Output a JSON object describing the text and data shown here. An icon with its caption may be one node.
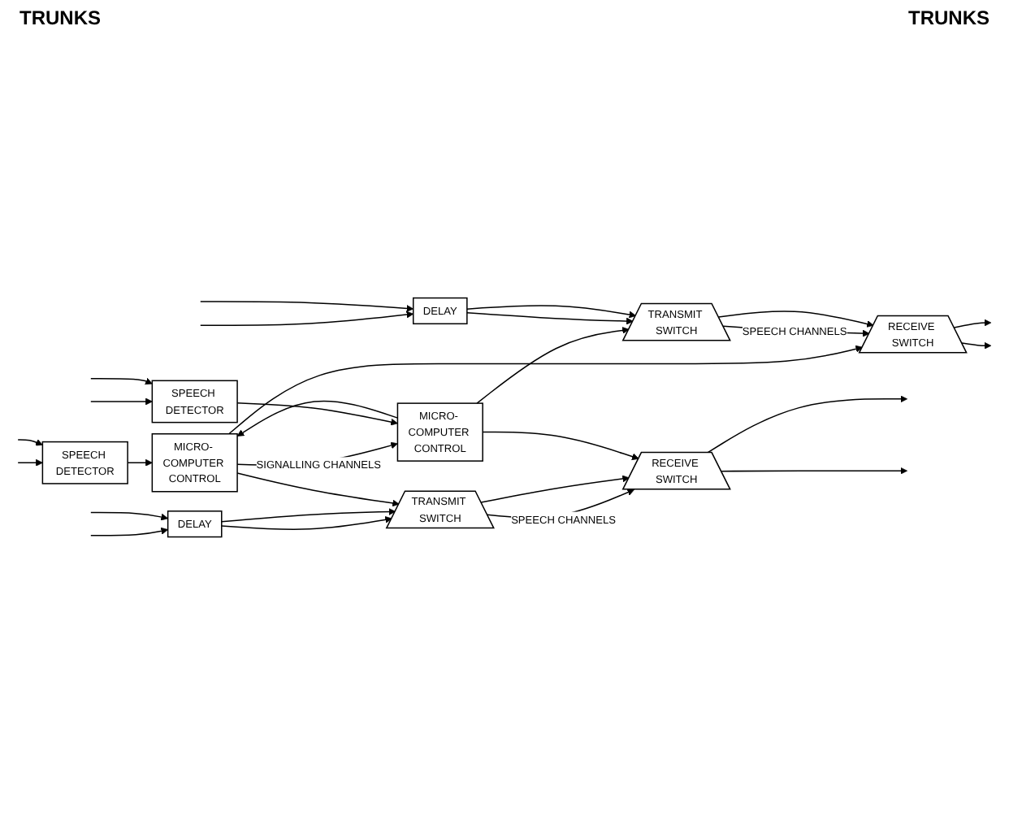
{
  "diagram": {
    "nodes": [
      {
        "text": [
          "DELAY"
        ]
      },
      {
        "text": [
          "TRANSMIT SWITCH"
        ]
      },
      {
        "text": [
          "RECEIVE SWITCH"
        ]
      },
      {
        "text": [
          "SPEECH DETECTOR"
        ]
      },
      {
        "text": [
          "MICRO- COMPUTER CONTROL"
        ]
      },
      {
        "text": [
          "MICRO- COMPUTER CONTROL"
        ]
      },
      {
        "text": [
          "SPEECH DETECTOR"
        ]
      },
      {
        "text": [
          "RECEIVE SWITCH"
        ]
      },
      {
        "text": [
          "TRANSMIT SWITCH"
        ]
      },
      {
        "text": [
          "DELAY"
        ]
      }
    ],
    "edges": [
      {
        "from": null,
        "to": 0,
        "arrow": "to"
      },
      {
        "from": null,
        "to": 0,
        "arrow": "to"
      },
      {
        "from": null,
        "to": 3,
        "arrow": "to"
      },
      {
        "from": null,
        "to": 3,
        "arrow": "to"
      },
      {
        "from": 0,
        "to": 1,
        "arrow": "to"
      },
      {
        "from": 0,
        "to": 1,
        "arrow": "to"
      },
      {
        "from": 1,
        "to": 2,
        "arrow": "to",
        "label": "SPEECH CHANNELS"
      },
      {
        "from": 1,
        "to": 2,
        "arrow": "to"
      },
      {
        "from": 2,
        "to": null,
        "arrow": "to"
      },
      {
        "from": 2,
        "to": null,
        "arrow": "to"
      },
      {
        "from": 3,
        "to": 4,
        "arrow": "to"
      },
      {
        "from": 4,
        "to": 1,
        "arrow": "to"
      },
      {
        "from": 4,
        "to": 5,
        "arrow": "to",
        "label": "SIGNALLING CHANNELS"
      },
      {
        "from": 5,
        "to": 4,
        "arrow": "to"
      },
      {
        "from": 5,
        "to": 2,
        "arrow": "to"
      },
      {
        "from": 4,
        "to": 7,
        "arrow": "to"
      },
      {
        "from": 5,
        "to": 8,
        "arrow": "to"
      },
      {
        "from": 6,
        "to": 5,
        "arrow": "to"
      },
      {
        "from": null,
        "to": 6,
        "arrow": "to"
      },
      {
        "from": null,
        "to": 6,
        "arrow": "to"
      },
      {
        "from": null,
        "to": 9,
        "arrow": "to"
      },
      {
        "from": null,
        "to": 9,
        "arrow": "to"
      },
      {
        "from": 9,
        "to": 8,
        "arrow": "to"
      },
      {
        "from": 9,
        "to": 8,
        "arrow": "to"
      },
      {
        "from": 8,
        "to": 7,
        "arrow": "to",
        "label": "SPEECH CHANNELS"
      },
      {
        "from": 8,
        "to": 7,
        "arrow": "to"
      },
      {
        "from": 7,
        "to": null,
        "arrow": "to"
      },
      {
        "from": 7,
        "to": null,
        "arrow": "to"
      }
    ],
    "labels": [
      "TRUNKS",
      "TRUNKS"
    ]
  }
}
